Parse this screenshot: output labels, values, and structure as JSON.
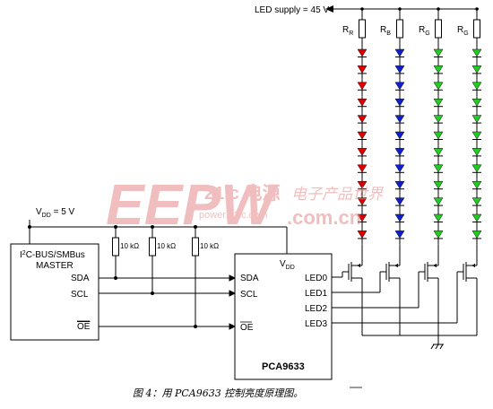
{
  "supply": {
    "label": "LED supply = 45 V"
  },
  "vdd": {
    "label": "V",
    "sub": "DD",
    "value": " = 5 V"
  },
  "resistors": {
    "top": [
      {
        "base": "R",
        "sub": "R",
        "color": "#e00000"
      },
      {
        "base": "R",
        "sub": "B",
        "color": "#1020d0"
      },
      {
        "base": "R",
        "sub": "G",
        "color": "#22cc22"
      },
      {
        "base": "R",
        "sub": "G",
        "color": "#22cc22"
      }
    ],
    "pullup": "10 kΩ"
  },
  "master": {
    "line1_pre": "I",
    "line1_sup": "2",
    "line1_post": "C-BUS/SMBus",
    "line2": "MASTER",
    "pins": [
      "SDA",
      "SCL",
      "OE"
    ]
  },
  "chip": {
    "name": "PCA9633",
    "vdd": "V",
    "vdd_sub": "DD",
    "left_pins": [
      "SDA",
      "SCL",
      "OE"
    ],
    "right_pins": [
      "LED0",
      "LED1",
      "LED2",
      "LED3"
    ]
  },
  "watermark": {
    "logo": "EEPW",
    "site_cn": "21ic 电源",
    "site_sub": "power.21ic.com",
    "com": ".com.cn",
    "cn": "电子产品世界"
  },
  "caption": "图 4：用 PCA9633 控制亮度原理图。",
  "colors": {
    "red": "#e00000",
    "blue": "#1020d0",
    "green": "#22cc22",
    "line": "#000000"
  }
}
